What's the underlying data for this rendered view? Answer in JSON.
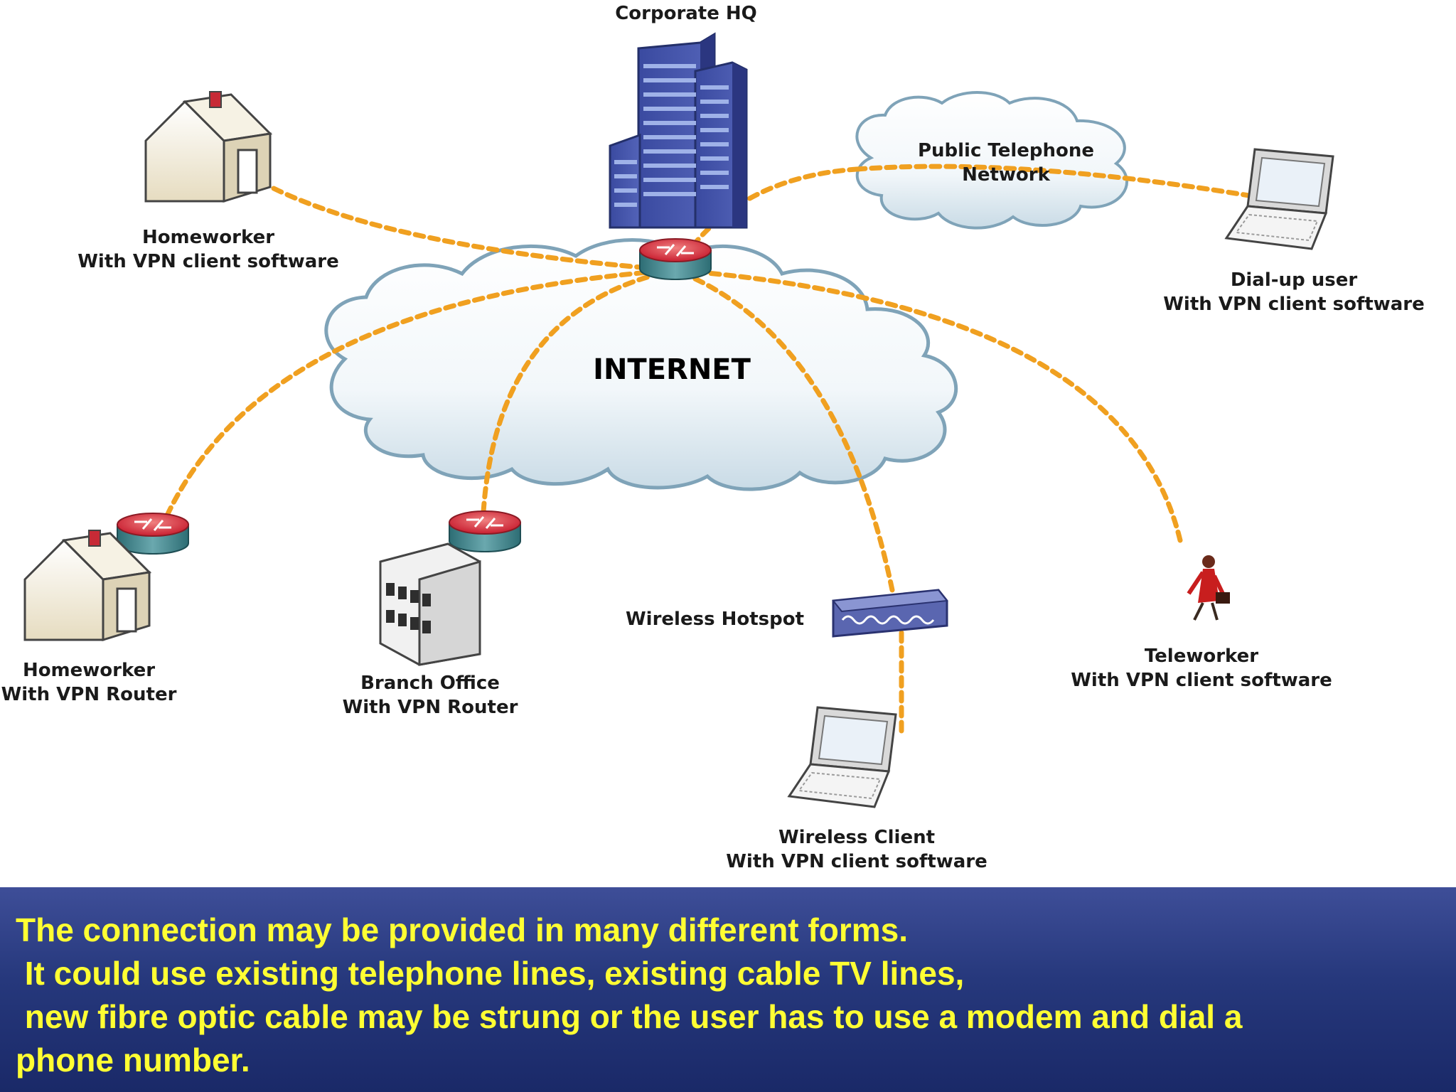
{
  "nodes": {
    "corporate_hq": {
      "line1": "Corporate HQ"
    },
    "homeworker_client": {
      "line1": "Homeworker",
      "line2": "With VPN client software"
    },
    "public_telephone": {
      "line1": "Public Telephone",
      "line2": "Network"
    },
    "dialup_user": {
      "line1": "Dial-up user",
      "line2": "With VPN client software"
    },
    "internet": {
      "line1": "INTERNET"
    },
    "homeworker_router": {
      "line1": "Homeworker",
      "line2": "With VPN Router"
    },
    "branch_office": {
      "line1": "Branch Office",
      "line2": "With VPN Router"
    },
    "wireless_hotspot": {
      "line1": "Wireless Hotspot"
    },
    "teleworker": {
      "line1": "Teleworker",
      "line2": "With VPN client software"
    },
    "wireless_client": {
      "line1": "Wireless Client",
      "line2": "With VPN client software"
    }
  },
  "caption": {
    "line1": "The connection may be provided in many different forms.",
    "line2": " It could use existing telephone lines, existing cable TV lines,",
    "line3": " new fibre optic cable may be strung or the user has to use a modem and dial a",
    "line4": "phone number."
  },
  "colors": {
    "link": "#f0a020",
    "cloud_edge": "#7fa3b8",
    "router_top": "#d8283a",
    "building": "#3f4fa6",
    "caption_text": "#ffff33",
    "caption_bg": "#26387c"
  },
  "icons": [
    "building-icon",
    "house-icon",
    "cloud-icon",
    "router-icon",
    "laptop-icon",
    "office-building-icon",
    "access-point-icon",
    "person-icon"
  ]
}
